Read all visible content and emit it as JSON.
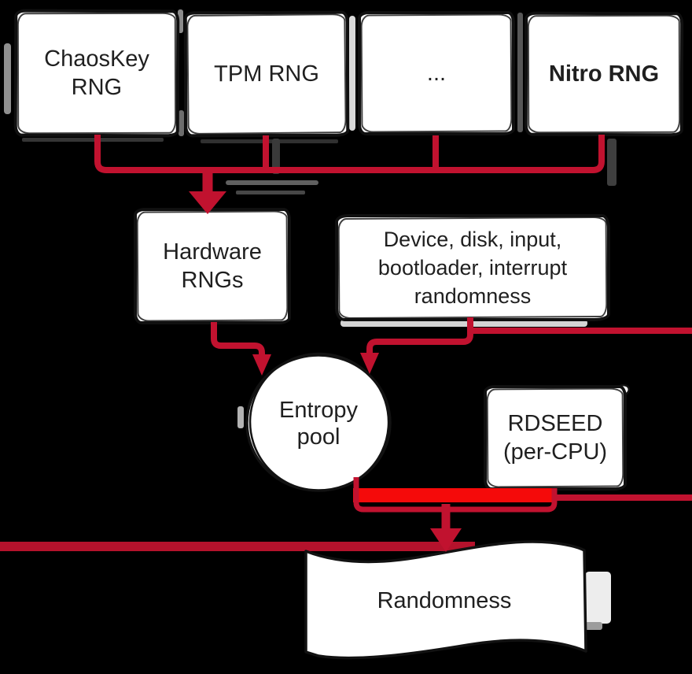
{
  "diagram": {
    "background": "#000000",
    "colors": {
      "node_fill": "#ffffff",
      "node_stroke": "#101010",
      "text": "#1f1f1f",
      "arrow_crimson": "#c1122f",
      "arrow_bright_red": "#f50a0a",
      "sketch_gray": "#8c8c8c"
    },
    "nodes": {
      "chaoskey": {
        "label": "ChaosKey\nRNG"
      },
      "tpm": {
        "label": "TPM RNG"
      },
      "more_sources": {
        "label": "..."
      },
      "nitro": {
        "label": "Nitro RNG"
      },
      "hardware_rngs": {
        "label": "Hardware\nRNGs"
      },
      "boot_randomness": {
        "label": "Device, disk, input,\nbootloader, interrupt\nrandomness"
      },
      "entropy_pool": {
        "label": "Entropy\npool"
      },
      "rdseed": {
        "label": "RDSEED\n(per-CPU)"
      },
      "randomness": {
        "label": "Randomness"
      }
    },
    "edges": [
      {
        "from": "ChaosKey RNG",
        "to": "Hardware RNGs"
      },
      {
        "from": "TPM RNG",
        "to": "Hardware RNGs"
      },
      {
        "from": "...",
        "to": "Hardware RNGs"
      },
      {
        "from": "Nitro RNG",
        "to": "Hardware RNGs"
      },
      {
        "from": "Hardware RNGs",
        "to": "Entropy pool"
      },
      {
        "from": "Device, disk, input, bootloader, interrupt randomness",
        "to": "Entropy pool"
      },
      {
        "from": "Entropy pool",
        "to": "Randomness"
      },
      {
        "from": "RDSEED (per-CPU)",
        "to": "Randomness"
      }
    ]
  }
}
